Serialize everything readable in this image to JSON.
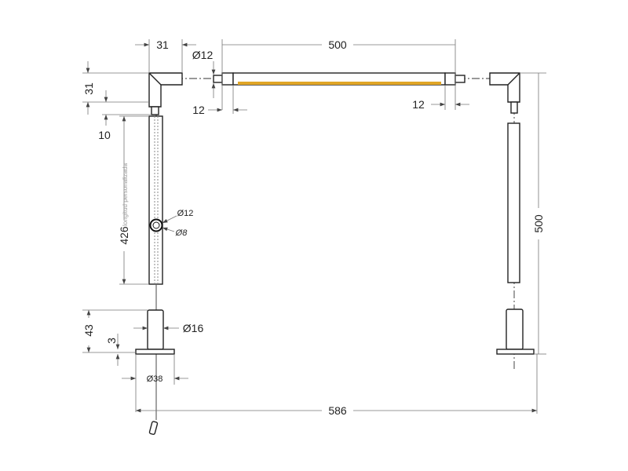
{
  "title": "Kit de suspensión - plano acotado",
  "dimensions": {
    "top_connector_width": "31",
    "pin_diameter": "Ø12",
    "bar_length": "500",
    "left_pin_length": "12",
    "right_pin_length": "12",
    "elbow_height": "31",
    "stub_length": "10",
    "cable_length": "426",
    "cable_note": "longitud personalizada",
    "ring_outer": "Ø12",
    "ring_inner": "Ø8",
    "base_height": "43",
    "flange_thickness": "3",
    "base_tube_diameter": "Ø16",
    "flange_diameter": "Ø38",
    "total_width": "586",
    "total_height": "500"
  },
  "colors": {
    "led_strip": "#e0a526",
    "lines": "#222222"
  }
}
